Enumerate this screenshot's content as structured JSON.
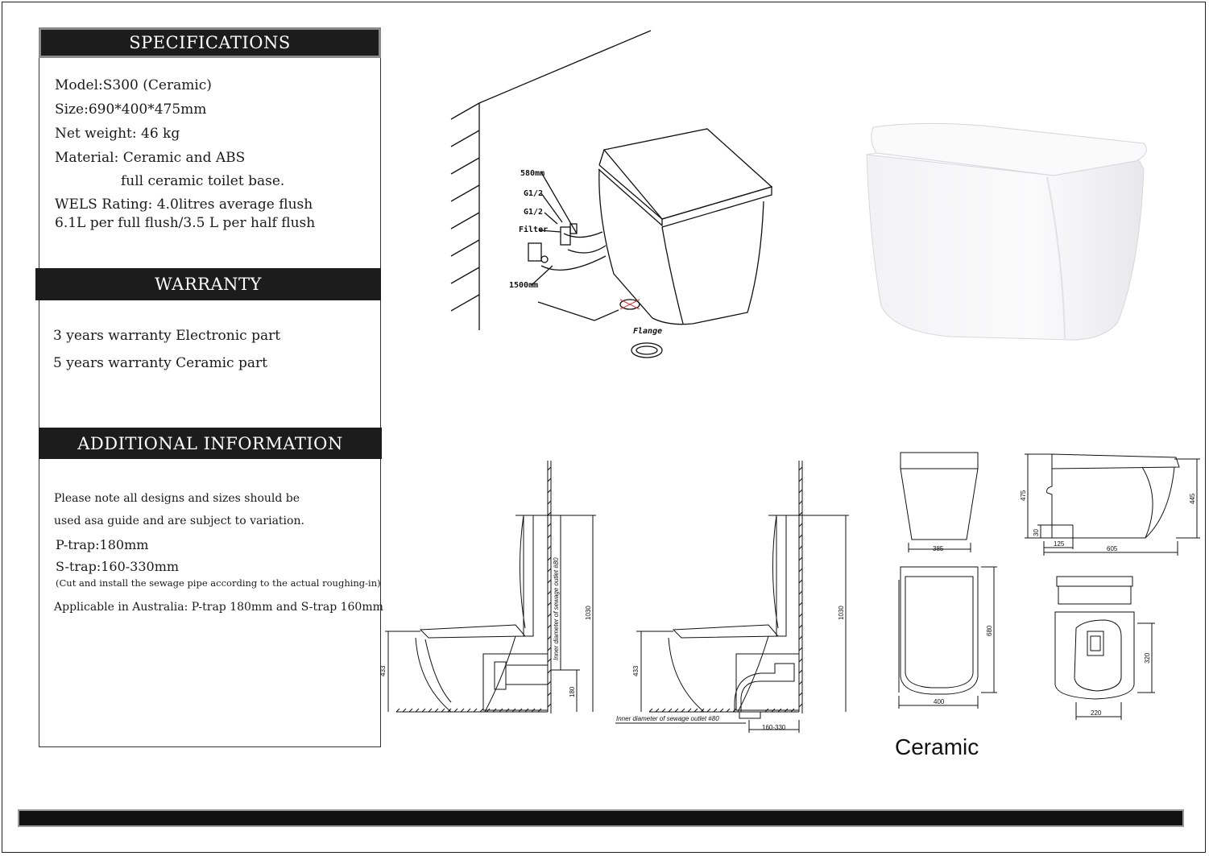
{
  "specifications": {
    "heading": "SPECIFICATIONS",
    "lines": [
      "Model:S300 (Ceramic)",
      "Size:690*400*475mm",
      "Net weight: 46 kg",
      "Material: Ceramic and ABS",
      "full ceramic toilet base.",
      "WELS Rating: 4.0litres average flush",
      "6.1L per full flush/3.5 L per half flush"
    ]
  },
  "warranty": {
    "heading": "WARRANTY",
    "lines": [
      "3 years warranty Electronic part",
      "5 years warranty Ceramic part"
    ]
  },
  "additional": {
    "heading": "ADDITIONAL INFORMATION",
    "lines": [
      "Please note all designs and sizes should be",
      "used asa guide and are subject to variation.",
      "P-trap:180mm",
      "S-trap:160-330mm",
      "(Cut and install the sewage pipe according to the actual roughing-in)",
      "Applicable in Australia: P-trap 180mm and S-trap 160mm"
    ]
  },
  "install_diagram": {
    "labels": [
      "580mm",
      "G1/2",
      "G1/2",
      "Filter",
      "1500mm",
      "Flange"
    ]
  },
  "ptrap_drawing": {
    "labels": [
      "433",
      "1030",
      "180",
      "Inner diameter of sewage outlet #80"
    ]
  },
  "strap_drawing": {
    "labels": [
      "433",
      "1030",
      "Inner diameter of sewage outlet #80",
      "160-330"
    ]
  },
  "dimension_views": {
    "front": {
      "width": "385"
    },
    "side": {
      "height_left": "475",
      "height_right": "445",
      "base": "30",
      "offset": "125",
      "length": "605"
    },
    "top": {
      "length": "680",
      "width": "400"
    },
    "bottom": {
      "depth": "320",
      "width": "220"
    }
  },
  "caption": "Ceramic",
  "colors": {
    "header_bg": "#1c1c1c",
    "header_text": "#ffffff",
    "bar": "#111111"
  }
}
